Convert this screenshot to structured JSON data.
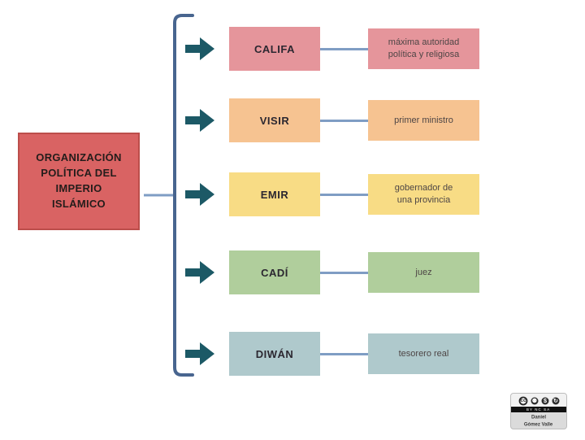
{
  "diagram": {
    "main_box": {
      "text": "ORGANIZACIÓN\nPOLÍTICA DEL\nIMPERIO\nISLÁMICO",
      "fill_color": "#D96363",
      "border_color": "#BC4E4B"
    },
    "rows": [
      {
        "term": "CALIFA",
        "description": "máxima autoridad\npolítica y religiosa",
        "color": "#E5959B"
      },
      {
        "term": "VISIR",
        "description": "primer ministro",
        "color": "#F6C391"
      },
      {
        "term": "EMIR",
        "description": "gobernador de\nuna provincia",
        "color": "#F8DC85"
      },
      {
        "term": "CADÍ",
        "description": "juez",
        "color": "#B0CE9C"
      },
      {
        "term": "DIWÁN",
        "description": "tesorero real",
        "color": "#AFC9CC"
      }
    ],
    "arrow_color": "#1C5966",
    "bracket_color": "#48658F",
    "connector_color": "#7F9DC4"
  },
  "license_badge": {
    "icons": [
      "cc-icon",
      "by-icon",
      "nc-icon",
      "sa-icon"
    ],
    "icon_glyphs": {
      "cc": "cc",
      "by": "⚉",
      "nc": "$",
      "sa": "↻"
    },
    "bar_text": "BY NC SA",
    "author_line1": "Daniel",
    "author_line2": "Gómez Valle"
  }
}
